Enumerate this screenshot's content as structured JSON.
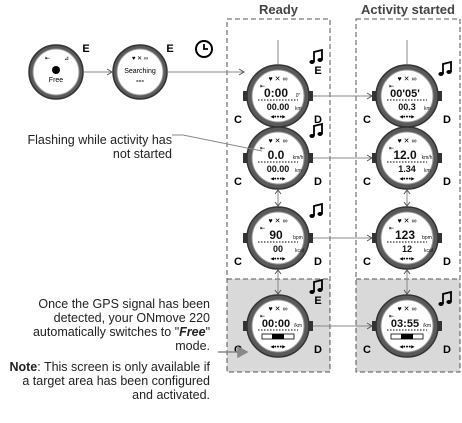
{
  "headers": {
    "ready": "Ready",
    "activity_started": "Activity started"
  },
  "intro_watches": {
    "free": {
      "label": "Free",
      "corner": "E"
    },
    "searching": {
      "label": "Searching",
      "dashes": "---",
      "corner": "E"
    }
  },
  "timer_icon": "clock-icon",
  "button_labels": {
    "left": "C",
    "right": "D",
    "top": "E"
  },
  "ready_screens": [
    {
      "big": "0:00",
      "big_unit": "0\"",
      "small": "00.00",
      "small_unit": "km"
    },
    {
      "big": "0.0",
      "big_unit": "km/h",
      "small": "00.00",
      "small_unit": "km"
    },
    {
      "big": "90",
      "big_unit": "bpm",
      "small": "00",
      "small_unit": "kcal"
    },
    {
      "big": "00:00",
      "big_unit": "/km",
      "small": "",
      "small_unit": ""
    }
  ],
  "started_screens": [
    {
      "big": "00'05'",
      "big_unit": "",
      "small": "00.3",
      "small_unit": "km"
    },
    {
      "big": "12.0",
      "big_unit": "km/h",
      "small": "1.34",
      "small_unit": "km"
    },
    {
      "big": "123",
      "big_unit": "bpm",
      "small": "12",
      "small_unit": "kcal"
    },
    {
      "big": "03:55",
      "big_unit": "/km",
      "small": "",
      "small_unit": ""
    }
  ],
  "captions": {
    "flashing": "Flashing while activity has not started",
    "gps_line1": "Once the GPS signal has been detected, your ONmove 220 automatically switches to \"",
    "gps_free": "Free",
    "gps_line2": "\" mode.",
    "note_label": "Note",
    "note_text": ": This screen is only available if a target area has been configured and activated."
  },
  "colors": {
    "ring": "#4a4a4a",
    "face": "#ffffff",
    "shade": "#d9d9d9",
    "box_border": "#555555",
    "arrow": "#888888"
  }
}
